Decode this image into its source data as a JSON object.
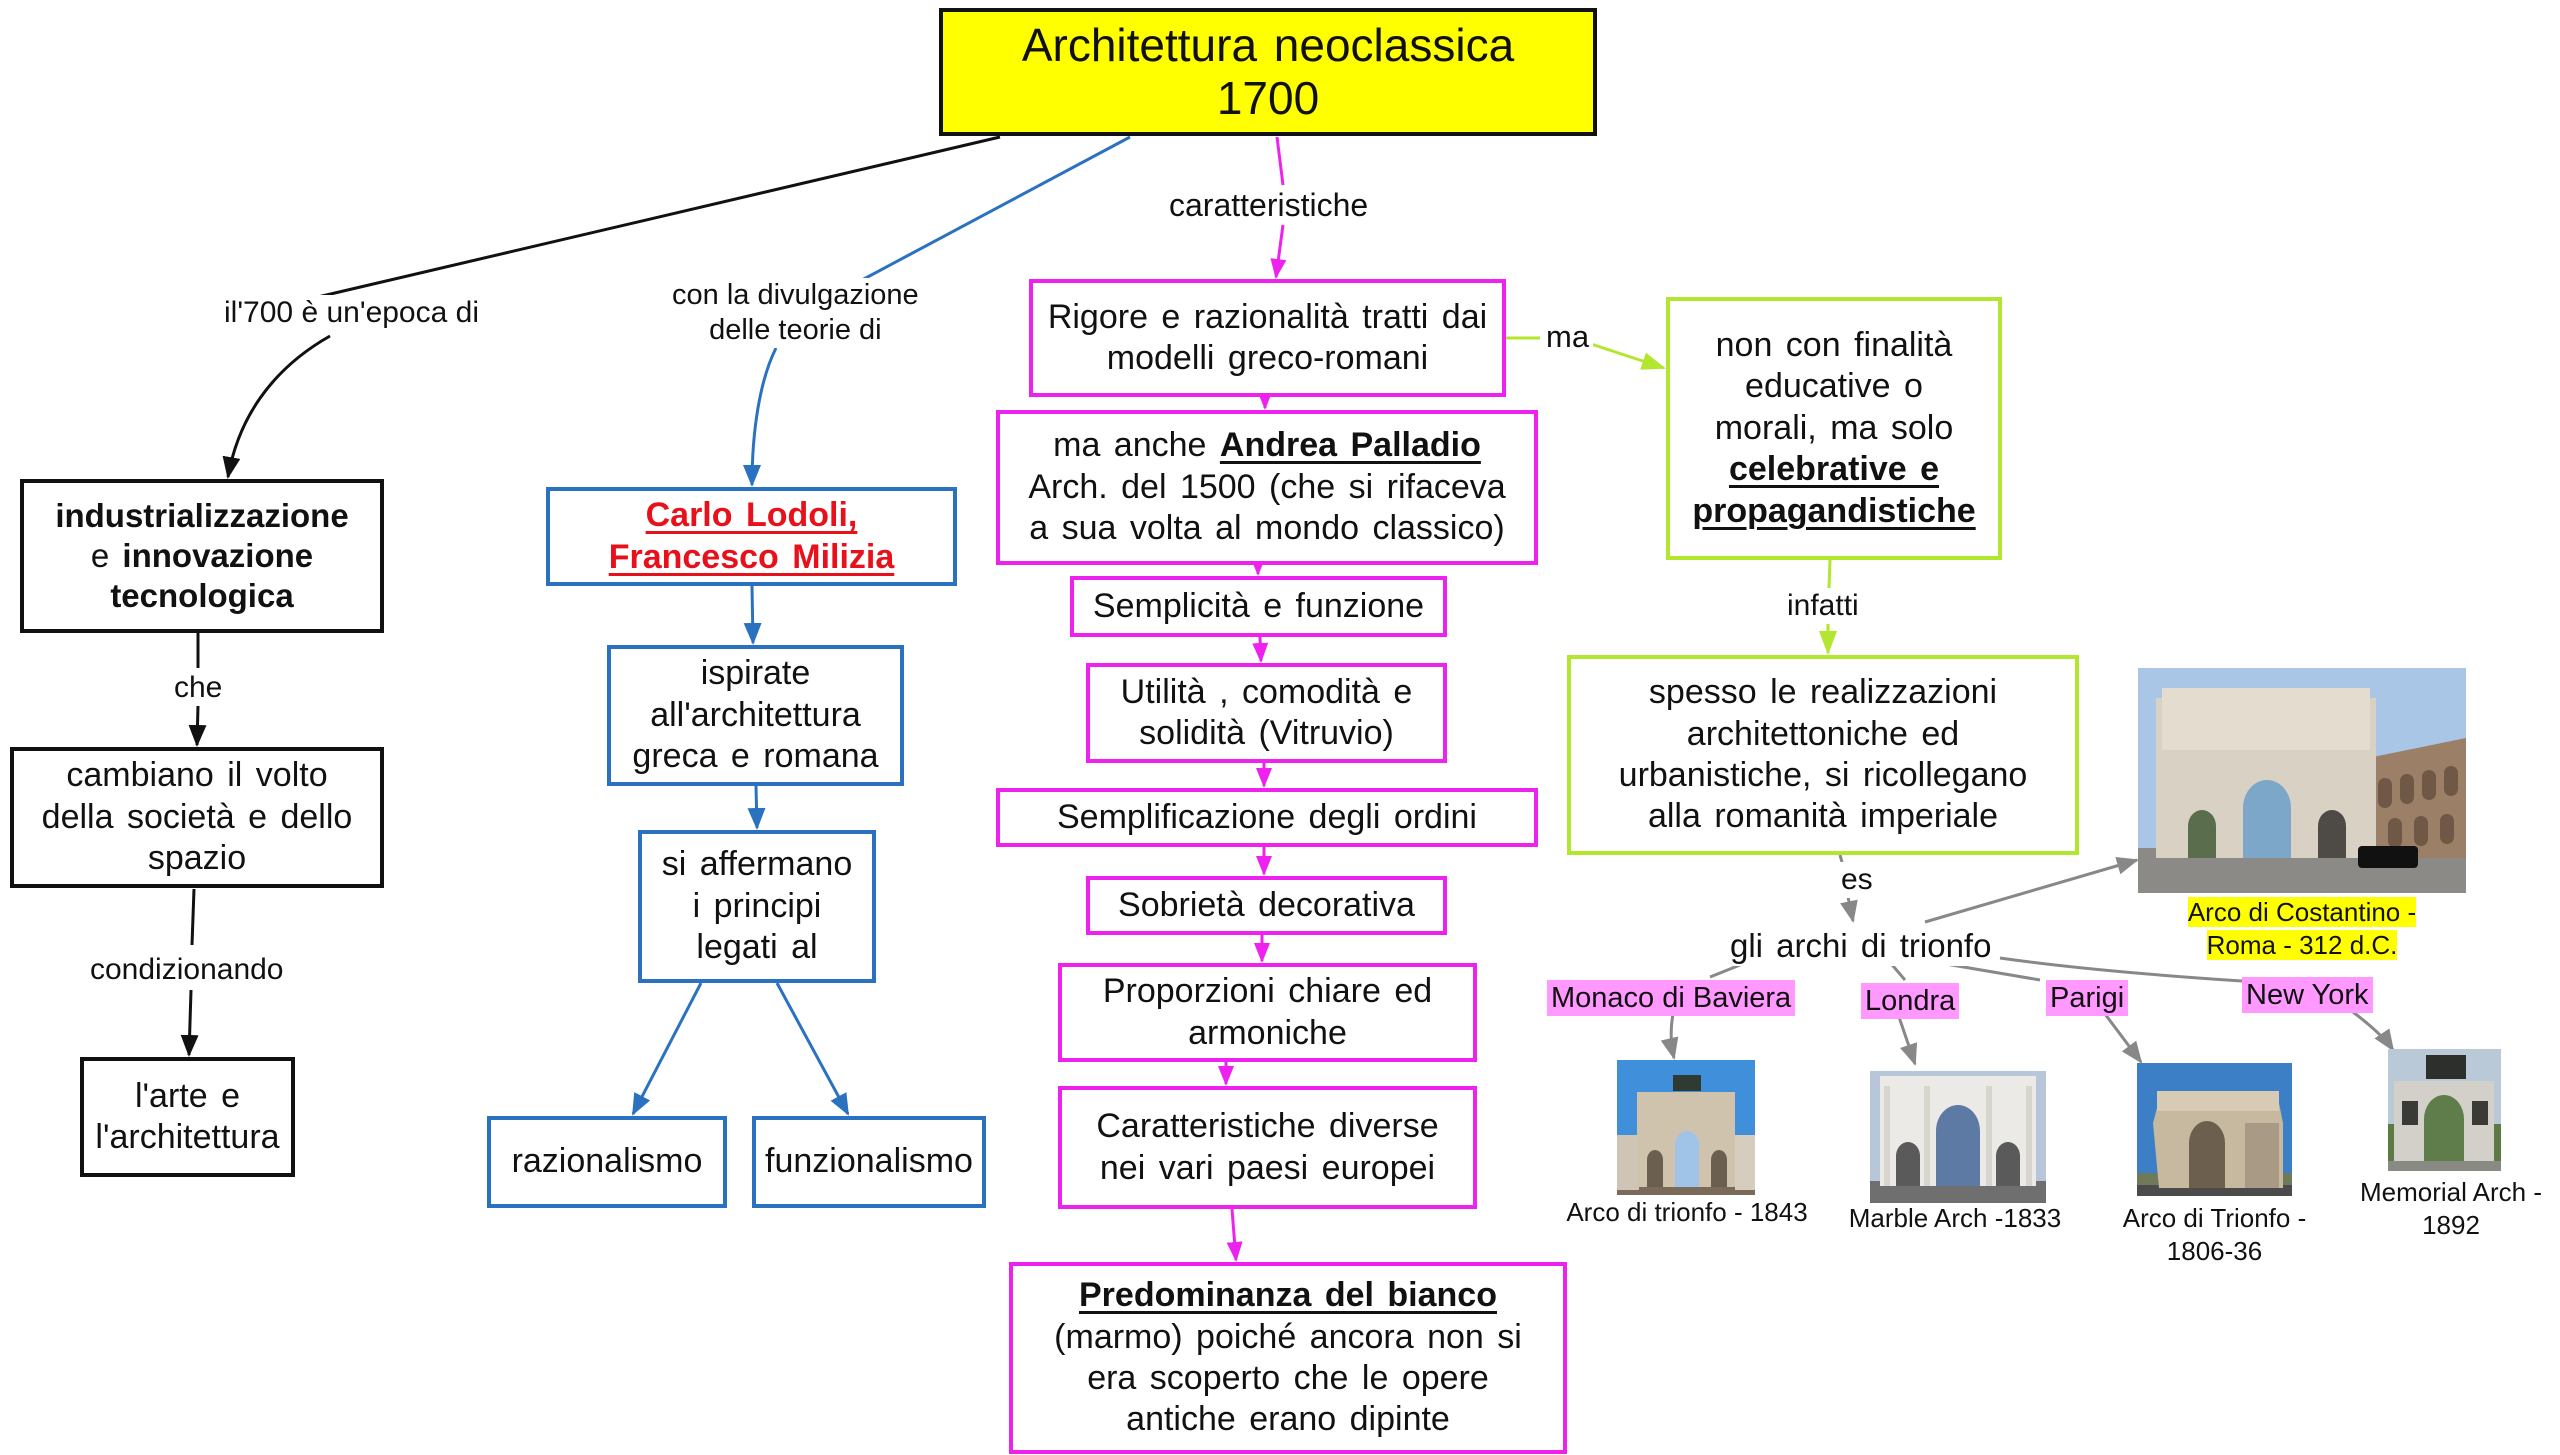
{
  "title": {
    "line1": "Architettura neoclassica",
    "line2": "1700"
  },
  "colors": {
    "title_fill": "#ffff00",
    "black": "#111111",
    "blue": "#2a72c0",
    "magenta": "#ee22ee",
    "green": "#b3e62e",
    "gray": "#888888",
    "red_text": "#e8111b",
    "pink_tag": "#ff99ff"
  },
  "left_branch": {
    "link_label": "il'700 è un'epoca di",
    "node1": {
      "bold1": "industrializzazione",
      "plain": "e",
      "bold2": "innovazione",
      "bold3": "tecnologica"
    },
    "link2": "che",
    "node2": {
      "lines": [
        "cambiano il volto",
        "della società e dello",
        "spazio"
      ]
    },
    "link3": "condizionando",
    "node3": {
      "lines": [
        "l'arte e",
        "l'architettura"
      ]
    }
  },
  "theory_branch": {
    "link_label": {
      "line1": "con la divulgazione",
      "line2": "delle teorie di"
    },
    "authors": {
      "line1": "Carlo Lodoli,",
      "line2": "Francesco Milizia"
    },
    "node2": {
      "lines": [
        "ispirate",
        "all'architettura",
        "greca e romana"
      ]
    },
    "node3": {
      "lines": [
        "si affermano",
        "i principi",
        "legati al"
      ]
    },
    "leaf_left": "razionalismo",
    "leaf_right": "funzionalismo"
  },
  "characteristics": {
    "link_label": "caratteristiche",
    "items": [
      {
        "lines": [
          "Rigore e razionalità tratti dai",
          "modelli greco-romani"
        ]
      },
      {
        "prefix": "ma anche",
        "name": "Andrea Palladio",
        "lines": [
          "Arch. del 1500 (che si rifaceva",
          "a sua volta al mondo classico)"
        ]
      },
      {
        "lines": [
          "Semplicità e funzione"
        ]
      },
      {
        "lines": [
          "Utilità , comodità e",
          "solidità (Vitruvio)"
        ]
      },
      {
        "lines": [
          "Semplificazione degli ordini"
        ]
      },
      {
        "lines": [
          "Sobrietà decorativa"
        ]
      },
      {
        "lines": [
          "Proporzioni chiare ed",
          "armoniche"
        ]
      },
      {
        "lines": [
          "Caratteristiche diverse",
          "nei vari paesi europei"
        ]
      }
    ],
    "final": {
      "bold": "Predominanza del bianco",
      "lines": [
        "(marmo) poiché ancora non si",
        "era scoperto che le opere",
        "antiche erano dipinte"
      ]
    }
  },
  "purpose_branch": {
    "link_label": "ma",
    "node": {
      "lines": [
        "non con finalità",
        "educative o",
        "morali, ma solo"
      ],
      "bold_lines": [
        "celebrative e",
        "propagandistiche"
      ]
    },
    "link2": "infatti",
    "node2": {
      "lines": [
        "spesso le realizzazioni",
        "architettoniche ed",
        "urbanistiche, si ricollegano",
        "alla romanità imperiale"
      ]
    },
    "link3": "es",
    "arches_label": "gli archi di trionfo",
    "roman_arch": {
      "caption_line1": "Arco di Costantino -",
      "caption_line2": "Roma - 312 d.C.",
      "icon": "arch-of-constantine-photo"
    },
    "examples": [
      {
        "city": "Monaco di Baviera",
        "caption": [
          "Arco di trionfo - 1843"
        ],
        "icon": "siegestor-photo"
      },
      {
        "city": "Londra",
        "caption": [
          "Marble Arch -1833"
        ],
        "icon": "marble-arch-photo"
      },
      {
        "city": "Parigi",
        "caption": [
          "Arco di Trionfo -",
          "1806-36"
        ],
        "icon": "arc-de-triomphe-photo"
      },
      {
        "city": "New York",
        "caption": [
          "Memorial Arch -",
          "1892"
        ],
        "icon": "memorial-arch-photo"
      }
    ]
  }
}
